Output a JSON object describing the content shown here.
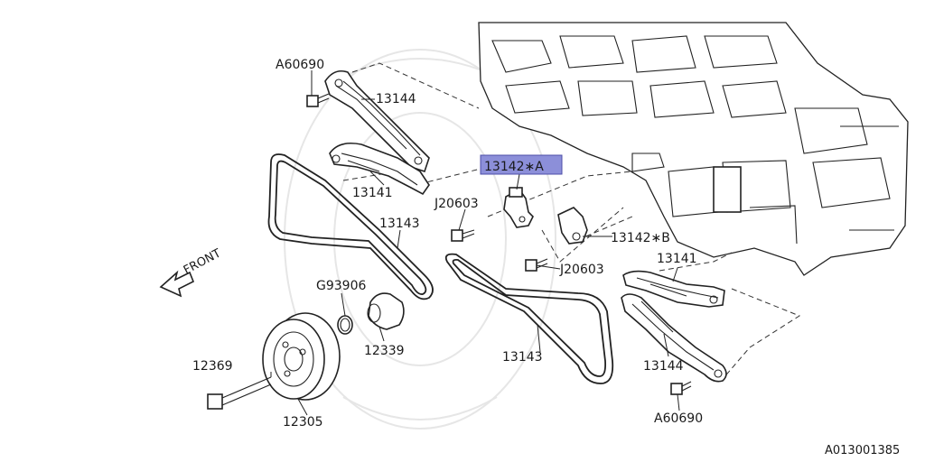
{
  "diagram": {
    "labels": {
      "a60690_top": "A60690",
      "a60690_bottom": "A60690",
      "p13144_top": "13144",
      "p13144_bottom": "13144",
      "p13141_left": "13141",
      "p13141_right": "13141",
      "p13142_a": "13142∗A",
      "p13142_b": "13142∗B",
      "j20603_upper": "J20603",
      "j20603_lower": "J20603",
      "p13143_left": "13143",
      "p13143_right": "13143",
      "g93906": "G93906",
      "p12339": "12339",
      "p12369": "12369",
      "p12305": "12305",
      "front": "FRONT",
      "diagram_id": "A013001385"
    },
    "highlight_color": "#8c8fd9"
  }
}
